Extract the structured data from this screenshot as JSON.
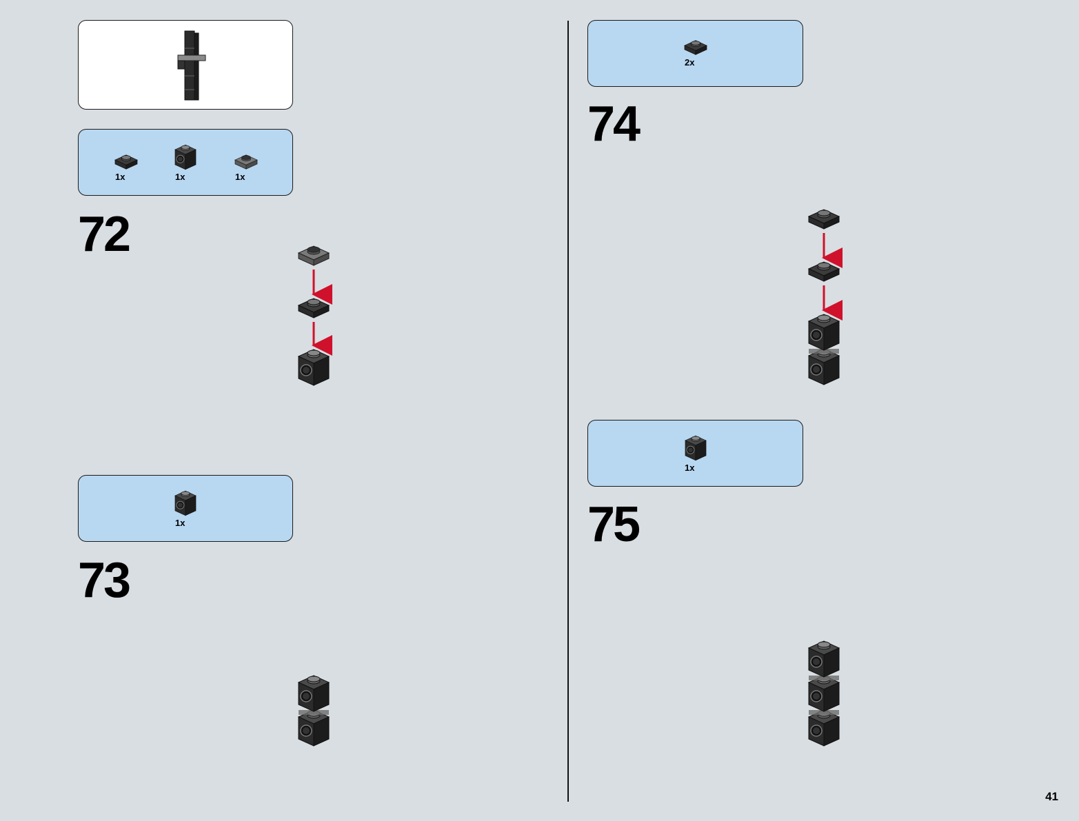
{
  "page": {
    "number": "41"
  },
  "left": {
    "step72": {
      "number": "72",
      "parts": [
        {
          "qty": "1x",
          "icon": "plate-1x1-icon"
        },
        {
          "qty": "1x",
          "icon": "brick-1x1-with-hole-icon"
        },
        {
          "qty": "1x",
          "icon": "plate-1x1-grey-icon"
        }
      ]
    },
    "step73": {
      "number": "73",
      "parts": [
        {
          "qty": "1x",
          "icon": "brick-1x1-with-hole-icon"
        }
      ]
    }
  },
  "right": {
    "step74": {
      "number": "74",
      "parts": [
        {
          "qty": "2x",
          "icon": "plate-1x1-icon"
        }
      ]
    },
    "step75": {
      "number": "75",
      "parts": [
        {
          "qty": "1x",
          "icon": "brick-1x1-with-hole-icon"
        }
      ]
    }
  },
  "colors": {
    "background": "#d9dee2",
    "parts_panel": "#b8d7f1",
    "arrow": "#d0112b",
    "brick_dark": "#2b2b2b"
  }
}
